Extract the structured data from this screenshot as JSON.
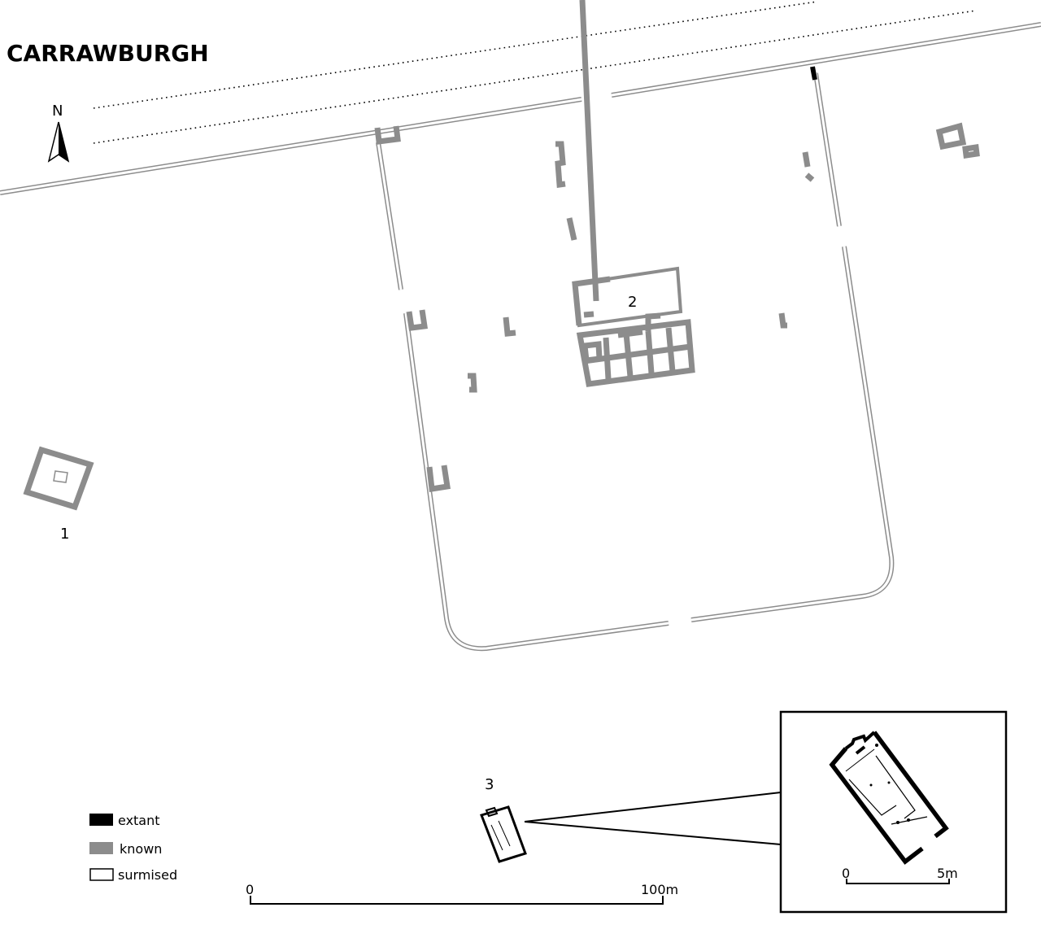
{
  "title": "CARRAWBURGH",
  "north_label": "N",
  "labels": {
    "site_1": "1",
    "site_2": "2",
    "site_3": "3"
  },
  "legend": {
    "extant": "extant",
    "known": "known",
    "surmised": "surmised"
  },
  "colors": {
    "extant": "#000000",
    "known": "#8c8c8c",
    "surmised": "#ffffff"
  },
  "scale_bar": {
    "start": "0",
    "end": "100m"
  },
  "inset_scale_bar": {
    "start": "0",
    "end": "5m"
  }
}
